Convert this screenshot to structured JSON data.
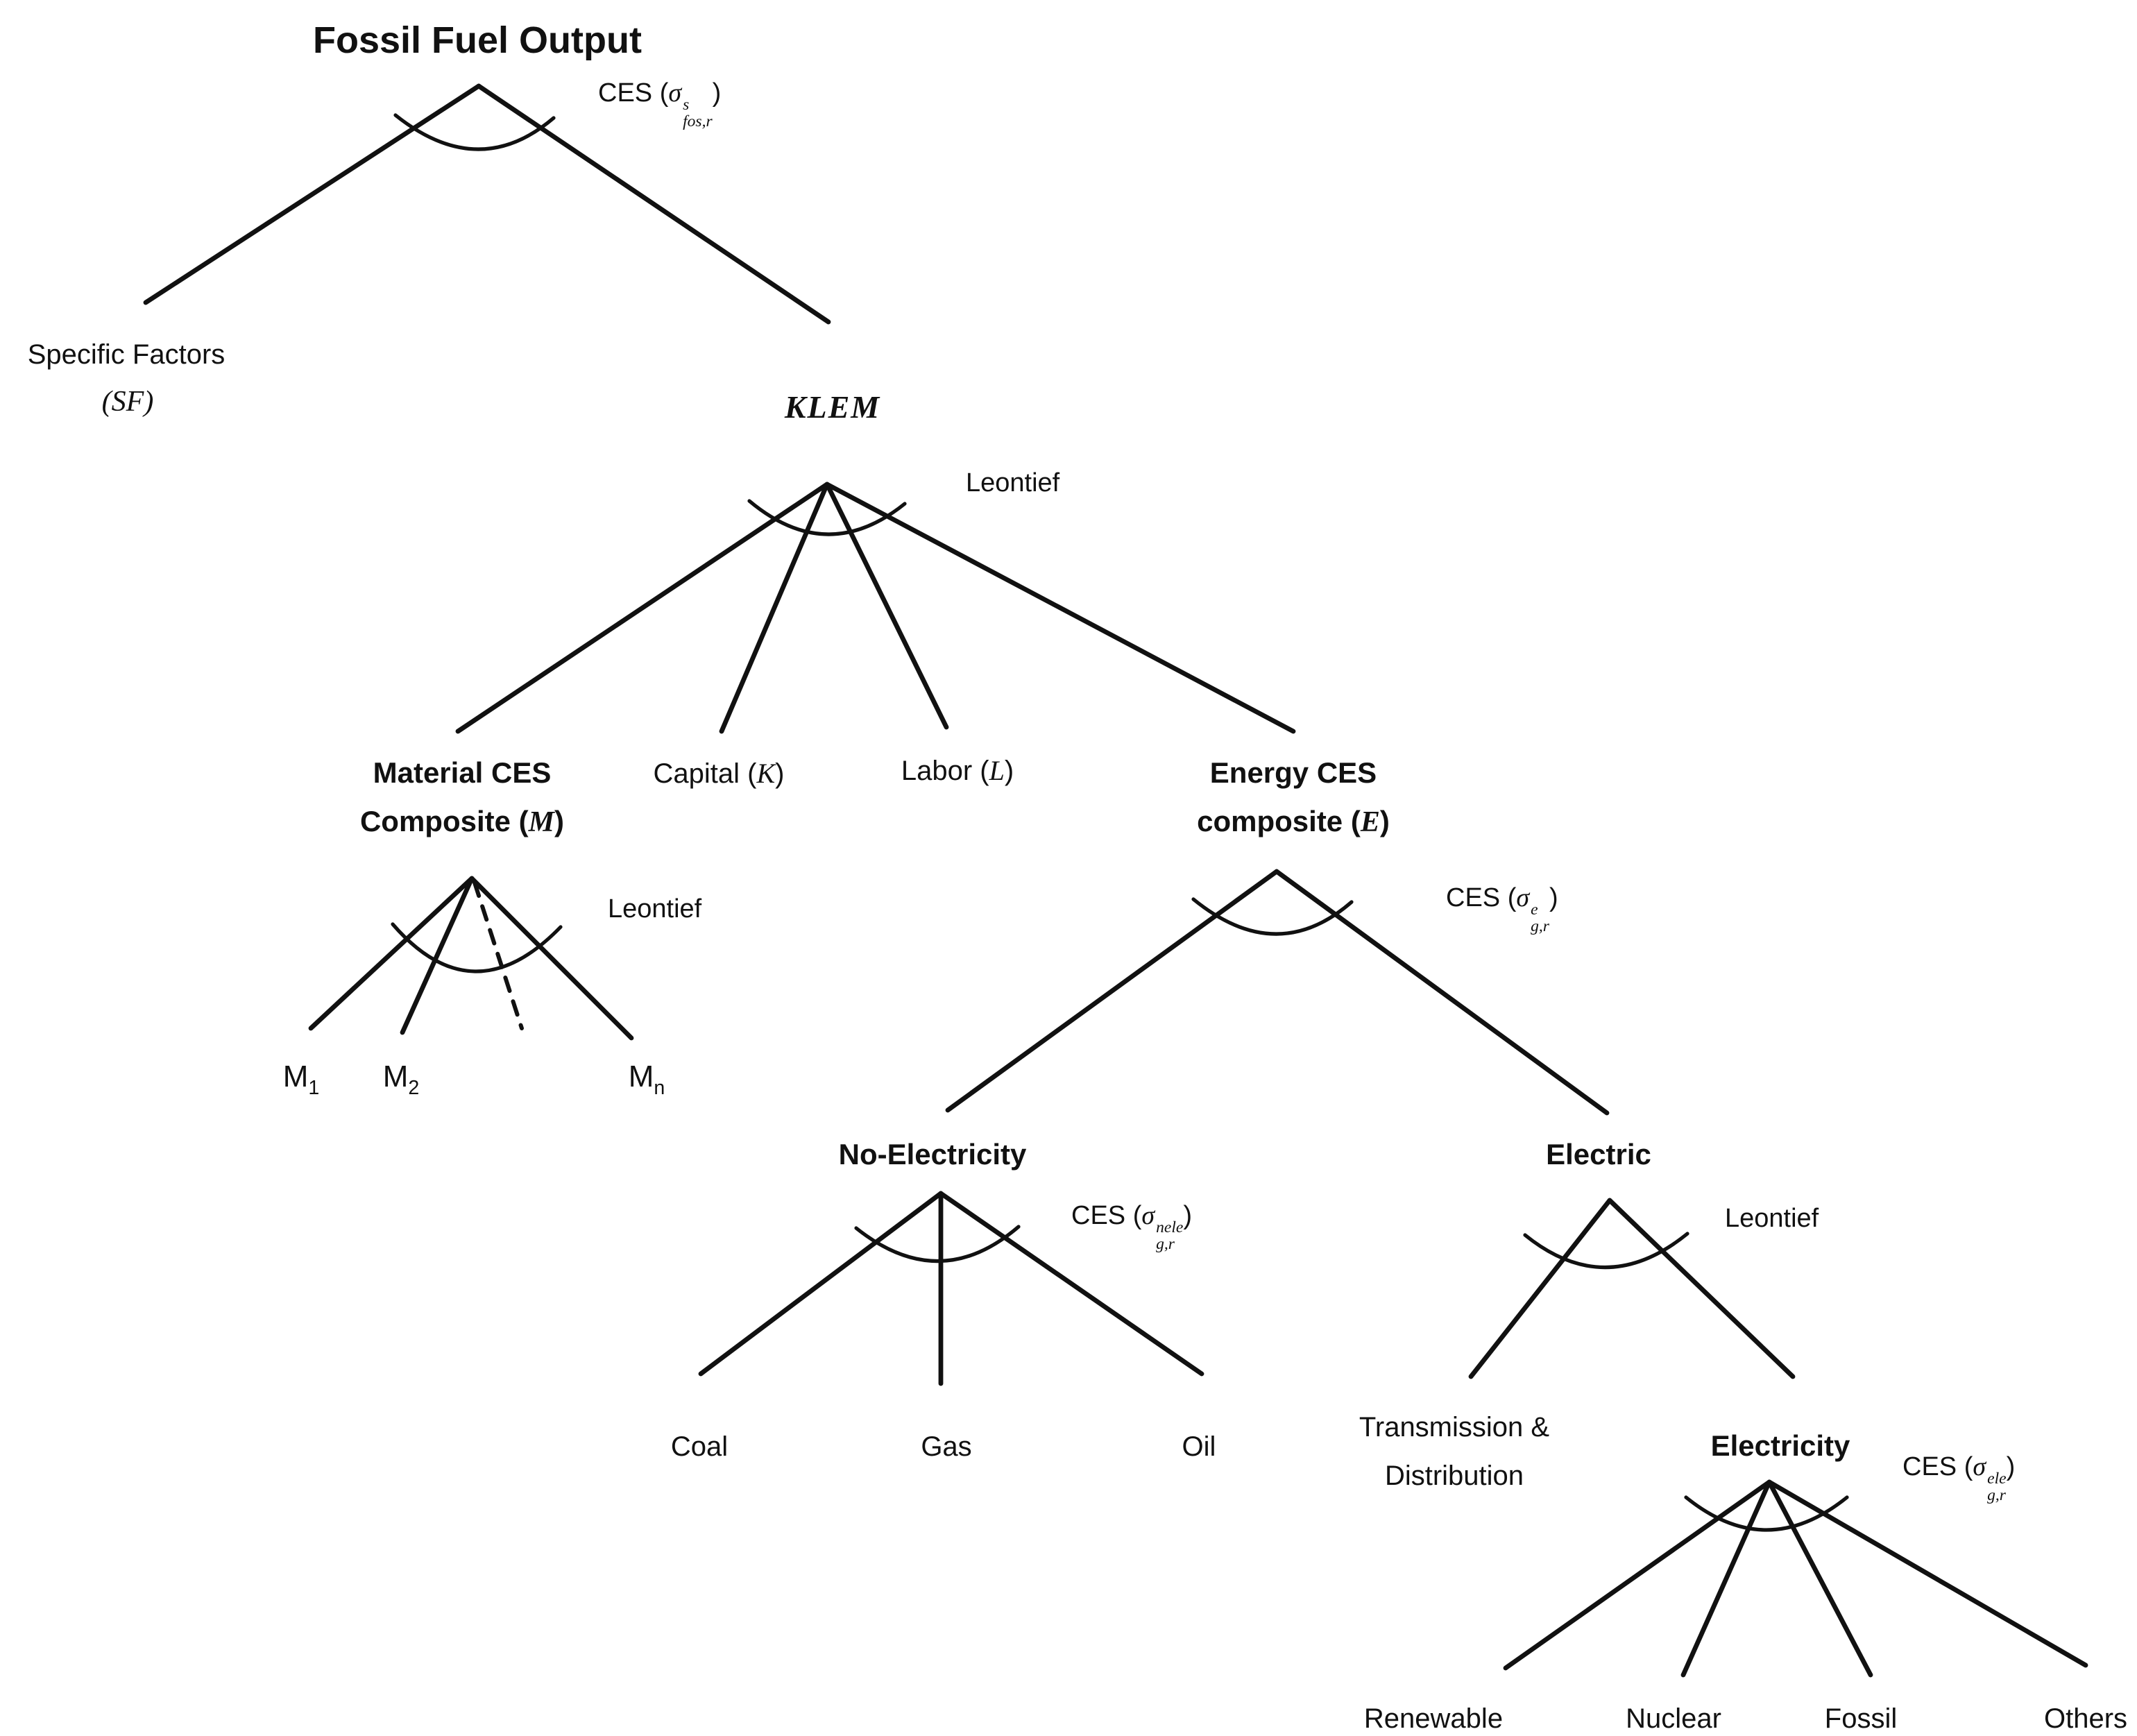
{
  "figure": {
    "background": "#ffffff",
    "line_color": "#111111",
    "nodes": {
      "root": {
        "label": "Fossil Fuel Output",
        "rule": "CES (*σ*{ss|s|fos,r})"
      },
      "specific_factors": {
        "line1": "Specific Factors",
        "line2": "*(SF)*"
      },
      "klem": {
        "label": "KLEM",
        "rule": "Leontief"
      },
      "material": {
        "line1": "Material CES",
        "line2": "Composite (*M*)",
        "rule": "Leontief",
        "leaves": {
          "m1": "M~1~",
          "m2": "M~2~",
          "mn": "M~n~"
        }
      },
      "capital": {
        "label": "Capital (*K*)"
      },
      "labor": {
        "label": "Labor (*L*)"
      },
      "energy": {
        "line1": "Energy CES",
        "line2": "composite (*E*)",
        "rule": "CES (*σ*{ss|e|g,r})"
      },
      "no_electricity": {
        "label": "No-Electricity",
        "rule": "CES (*σ*{ss|nele|g,r})",
        "leaves": {
          "coal": "Coal",
          "gas": "Gas",
          "oil": "Oil"
        }
      },
      "electric": {
        "label": "Electric",
        "rule": "Leontief",
        "transmission": {
          "line1": "Transmission &",
          "line2": "Distribution"
        }
      },
      "electricity": {
        "label": "Electricity",
        "rule": "CES (*σ*{ss|ele|g,r})",
        "leaves": {
          "renewable": "Renewable",
          "nuclear": "Nuclear",
          "fossil": "Fossil",
          "others": "Others"
        }
      }
    }
  }
}
